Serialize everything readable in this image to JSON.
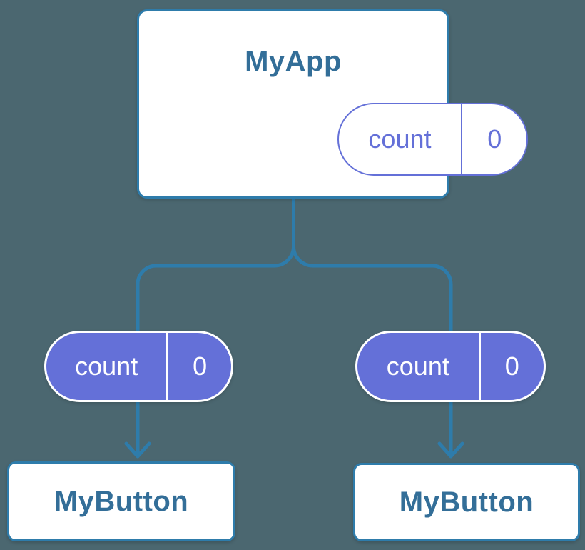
{
  "colors": {
    "background": "#4b6770",
    "line": "#2e7cab",
    "card_background": "#ffffff",
    "card_border": "#2e7cab",
    "title_text": "#336e98",
    "state_purple": "#6470d8",
    "state_text_on_purple": "#ffffff"
  },
  "tree": {
    "root": {
      "title": "MyApp",
      "state": {
        "name": "count",
        "value": "0"
      }
    },
    "children": [
      {
        "title": "MyButton",
        "state": {
          "name": "count",
          "value": "0"
        }
      },
      {
        "title": "MyButton",
        "state": {
          "name": "count",
          "value": "0"
        }
      }
    ]
  }
}
